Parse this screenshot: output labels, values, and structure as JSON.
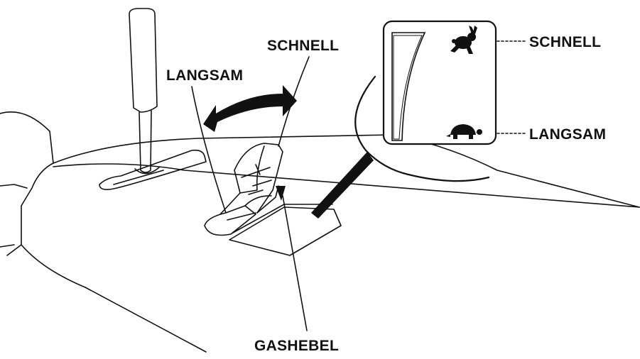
{
  "labels": {
    "schnell_top": "SCHNELL",
    "langsam_top": "LANGSAM",
    "schnell_right": "SCHNELL",
    "langsam_right": "LANGSAM",
    "gashebel": "GASHEBEL"
  },
  "icons": {
    "fast": "rabbit-icon",
    "slow": "turtle-icon"
  },
  "colors": {
    "ink": "#111111",
    "paper": "#ffffff"
  }
}
